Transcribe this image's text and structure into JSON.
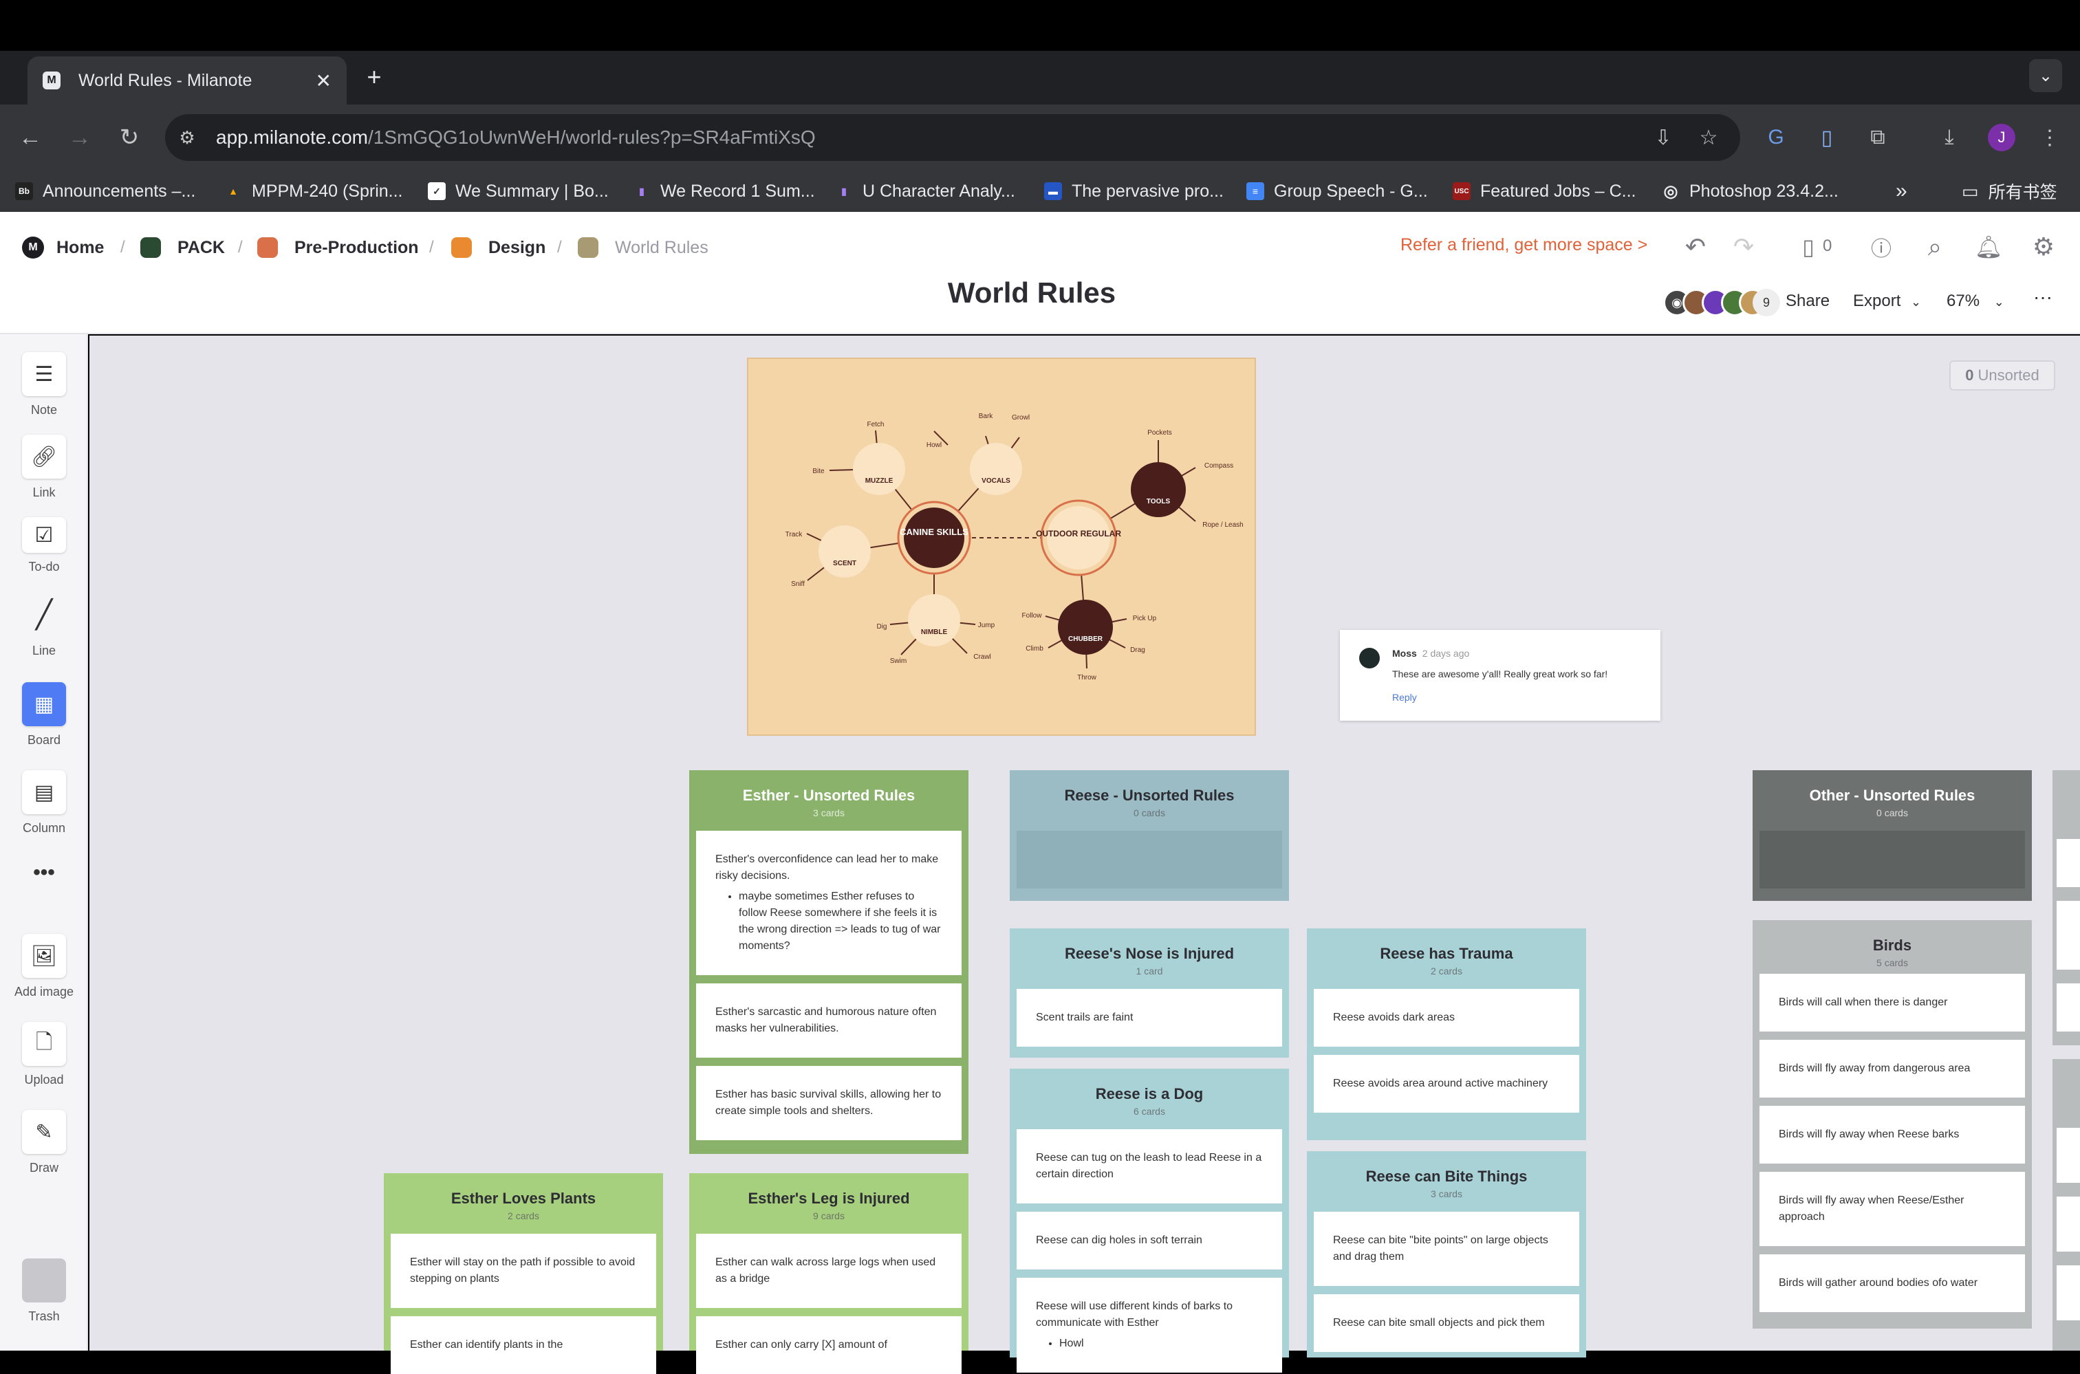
{
  "browser": {
    "tab_title": "World Rules - Milanote",
    "tab_favicon": "M",
    "url_host": "app.milanote.com",
    "url_path": "/1SmGQG1oUwnWeH/world-rules?p=SR4aFmtiXsQ",
    "profile_initial": "J",
    "bookmarks": [
      {
        "icon": "Bb",
        "color": "#222",
        "label": "Announcements –..."
      },
      {
        "icon": "▲",
        "color": "#1a73e8",
        "label": "MPPM-240 (Sprin..."
      },
      {
        "icon": "✓",
        "color": "#555",
        "label": "We Summary | Bo..."
      },
      {
        "icon": "▮",
        "color": "#7b4dd8",
        "label": "We Record 1 Sum..."
      },
      {
        "icon": "▮",
        "color": "#7b4dd8",
        "label": "U Character Analy..."
      },
      {
        "icon": "▬",
        "color": "#2457c5",
        "label": "The pervasive pro..."
      },
      {
        "icon": "≡",
        "color": "#4285f4",
        "label": "Group Speech - G..."
      },
      {
        "icon": "USC",
        "color": "#9b1b1b",
        "label": "Featured Jobs – C..."
      },
      {
        "icon": "◎",
        "color": "#333",
        "label": "Photoshop 23.4.2..."
      }
    ],
    "overflow": "»",
    "bookmarks_folder": "所有书签"
  },
  "header": {
    "breadcrumbs": [
      {
        "label": "Home",
        "color": "#1d1d22"
      },
      {
        "label": "PACK",
        "color": "#2b4a32"
      },
      {
        "label": "Pre-Production",
        "color": "#d9704a"
      },
      {
        "label": "Design",
        "color": "#ea8a30"
      },
      {
        "label": "World Rules",
        "color": "#a89a72"
      }
    ],
    "refer": "Refer a friend, get more space >",
    "device_count": "0",
    "title": "World Rules",
    "collab_count": "9",
    "share": "Share",
    "export": "Export",
    "zoom": "67%"
  },
  "tools": [
    {
      "label": "Note",
      "icon": "note-icon"
    },
    {
      "label": "Link",
      "icon": "link-icon"
    },
    {
      "label": "To-do",
      "icon": "todo-icon"
    },
    {
      "label": "Line",
      "icon": "line-icon"
    },
    {
      "label": "Board",
      "icon": "board-icon"
    },
    {
      "label": "Column",
      "icon": "column-icon"
    },
    {
      "label": "Add image",
      "icon": "image-icon"
    },
    {
      "label": "Upload",
      "icon": "upload-icon"
    },
    {
      "label": "Draw",
      "icon": "pencil-icon"
    },
    {
      "label": "Trash",
      "icon": "trash-icon"
    }
  ],
  "canvas": {
    "unsorted_count": "0",
    "unsorted_label": "Unsorted",
    "mindmap": {
      "hubs": [
        "CANINE SKILLS",
        "OUTDOOR REGULAR"
      ],
      "nodes": [
        "MUZZLE",
        "VOCALS",
        "SCENT",
        "NIMBLE",
        "TOOLS",
        "CHUBBER"
      ],
      "leaves": [
        "Fetch",
        "Howl",
        "Bark",
        "Growl",
        "Bite",
        "Track",
        "Sniff",
        "Dig",
        "Swim",
        "Jump",
        "Crawl",
        "Pockets",
        "Compass",
        "Rope / Leash",
        "Follow",
        "Climb",
        "Throw",
        "Pick Up",
        "Drag"
      ]
    },
    "comment": {
      "author": "Moss",
      "time": "2 days ago",
      "text": "These are awesome y'all! Really great work so far!",
      "reply": "Reply"
    },
    "columns": {
      "esther_unsorted": {
        "title": "Esther - Unsorted Rules",
        "count": "3 cards",
        "cards": [
          "Esther's overconfidence can lead her to make risky decisions.",
          "Esther's sarcastic and humorous nature often masks her vulnerabilities.",
          "Esther has basic survival skills, allowing her to create simple tools and shelters."
        ],
        "bullet": "maybe sometimes Esther refuses to follow Reese somewhere if she feels it is the wrong direction => leads to tug of war moments?"
      },
      "reese_unsorted": {
        "title": "Reese - Unsorted Rules",
        "count": "0 cards"
      },
      "other_unsorted": {
        "title": "Other - Unsorted Rules",
        "count": "0 cards"
      },
      "reese_nose": {
        "title": "Reese's Nose is Injured",
        "count": "1 card",
        "cards": [
          "Scent trails are faint"
        ]
      },
      "reese_trauma": {
        "title": "Reese has Trauma",
        "count": "2 cards",
        "cards": [
          "Reese avoids dark areas",
          "Reese avoids area around active machinery"
        ]
      },
      "reese_dog": {
        "title": "Reese is a Dog",
        "count": "6 cards",
        "cards": [
          "Reese can tug on the leash to lead Reese in a certain direction",
          "Reese can dig holes in soft terrain",
          "Reese will use different kinds of barks to communicate with Esther"
        ],
        "bullet": "Howl"
      },
      "reese_bite": {
        "title": "Reese can Bite Things",
        "count": "3 cards",
        "cards": [
          "Reese can bite \"bite points\" on large objects and drag them",
          "Reese can bite small objects and pick them"
        ]
      },
      "birds": {
        "title": "Birds",
        "count": "5 cards",
        "cards": [
          "Birds will call when there is danger",
          "Birds will fly away from dangerous area",
          "Birds will fly away when Reese barks",
          "Birds will fly away when Reese/Esther approach",
          "Birds will gather around bodies ofo water"
        ]
      },
      "esther_plants": {
        "title": "Esther Loves Plants",
        "count": "2 cards",
        "cards": [
          "Esther will stay on the path if possible to avoid stepping on plants",
          "Esther can identify plants in the"
        ]
      },
      "esther_leg": {
        "title": "Esther's Leg is Injured",
        "count": "9 cards",
        "cards": [
          "Esther can walk across large logs when used as a bridge",
          "Esther can only carry [X] amount of"
        ]
      }
    }
  }
}
